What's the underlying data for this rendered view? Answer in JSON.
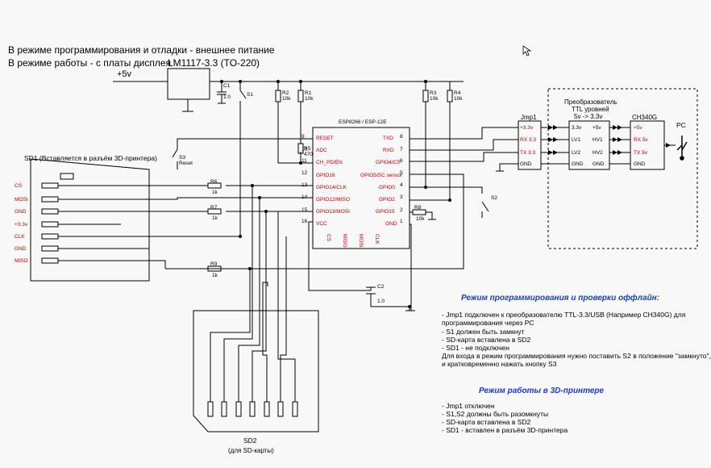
{
  "header": {
    "line1": "В режиме программирования и отладки - внешнее питание",
    "line2": "В режиме работы - с платы дисплея",
    "regulator": "LM1117-3.3 (TO-220)",
    "supply": "+5v"
  },
  "components": {
    "c1": "C1",
    "c1_val": "1.0",
    "s1": "S1",
    "r2": "R2",
    "r2_val": "10k",
    "r1": "R1",
    "r1_val": "10k",
    "r3": "R3",
    "r3_val": "10k",
    "r4": "R4",
    "r4_val": "10k",
    "r5": "R5",
    "r5_val": "470",
    "r6": "R6",
    "r6_val": "1k",
    "r7": "R7",
    "r7_val": "1k",
    "r8": "R8",
    "r8_val": "10k",
    "r9": "R9",
    "r9_val": "1k",
    "c2": "C2",
    "c2_val": "1.0",
    "s2": "S2",
    "s3": "S3",
    "s3_sub": "Reset"
  },
  "esp": {
    "title": "ESP8266 / ESP-12E",
    "left_pins": [
      {
        "num": "9",
        "name": "RESET"
      },
      {
        "num": "10",
        "name": "ADC"
      },
      {
        "num": "11",
        "name": "CH_PD/EN"
      },
      {
        "num": "12",
        "name": "GPIO16"
      },
      {
        "num": "13",
        "name": "GPIO14/CLK"
      },
      {
        "num": "14",
        "name": "GPIO12/MISO"
      },
      {
        "num": "15",
        "name": "GPIO13/MOSI"
      },
      {
        "num": "16",
        "name": "VCC"
      }
    ],
    "right_pins": [
      {
        "num": "8",
        "name": "TXD"
      },
      {
        "num": "7",
        "name": "RXD"
      },
      {
        "num": "6",
        "name": "GPIO4/CS"
      },
      {
        "num": "5",
        "name": "GPIO5/SC sensor"
      },
      {
        "num": "4",
        "name": "GPIO0"
      },
      {
        "num": "3",
        "name": "GPIO2"
      },
      {
        "num": "2",
        "name": "GPIO15"
      },
      {
        "num": "1",
        "name": "GND"
      }
    ],
    "bottom_pins": [
      "CS",
      "MISO",
      "MOSI",
      "CLK"
    ]
  },
  "sd1": {
    "title": "SD1 (Вставляется в разъём 3D-принтера)",
    "pins": [
      "CS",
      "MOSI",
      "GND",
      "+3.3v",
      "CLK",
      "GND",
      "MISO"
    ]
  },
  "jmp1": {
    "title": "Jmp1",
    "pins": [
      "+3.3v",
      "RX 3.3",
      "TX 3.3",
      "GND"
    ]
  },
  "converter": {
    "title1": "Преобразователь",
    "title2": "TTL уровней",
    "title3": "5v -> 3.3v",
    "left": [
      "3.3v",
      "LV1",
      "LV2",
      "GND"
    ],
    "right": [
      "+5v",
      "HV1",
      "HV2",
      "GND"
    ]
  },
  "ch340": {
    "title": "CH340G",
    "pins": [
      "+5v",
      "RX 5v",
      "TX 5v",
      "GND"
    ]
  },
  "pc": "PC",
  "sd2": {
    "title": "SD2",
    "subtitle": "(для SD-карты)"
  },
  "mode_prog": {
    "title": "Режим программирования и проверки оффлайн:",
    "lines": [
      "- Jmp1 подключен к преобразователю TTL-3.3/USB (Например CH340G) для",
      "программирования через PC",
      "- S1 должен быть замкнут",
      "- SD-карта вставлена в SD2",
      "- SD1 - не подключен",
      "Для входа в режим программирования нужно поставить S2 в положение \"замкнуто\",",
      "и кратковременно нажать кнопку S3"
    ]
  },
  "mode_work": {
    "title": "Режим работы в 3D-принтере",
    "lines": [
      "- Jmp1 отключен",
      "- S1,S2 должны быть разомкнуты",
      "- SD-карта вставлена в SD2",
      "- SD1 - вставлен в разъём 3D-принтера"
    ]
  },
  "colors": {
    "wire": "#000000",
    "pin_label": "#c00000",
    "pin_num": "#000000",
    "title_blue": "#1a3ec8"
  }
}
